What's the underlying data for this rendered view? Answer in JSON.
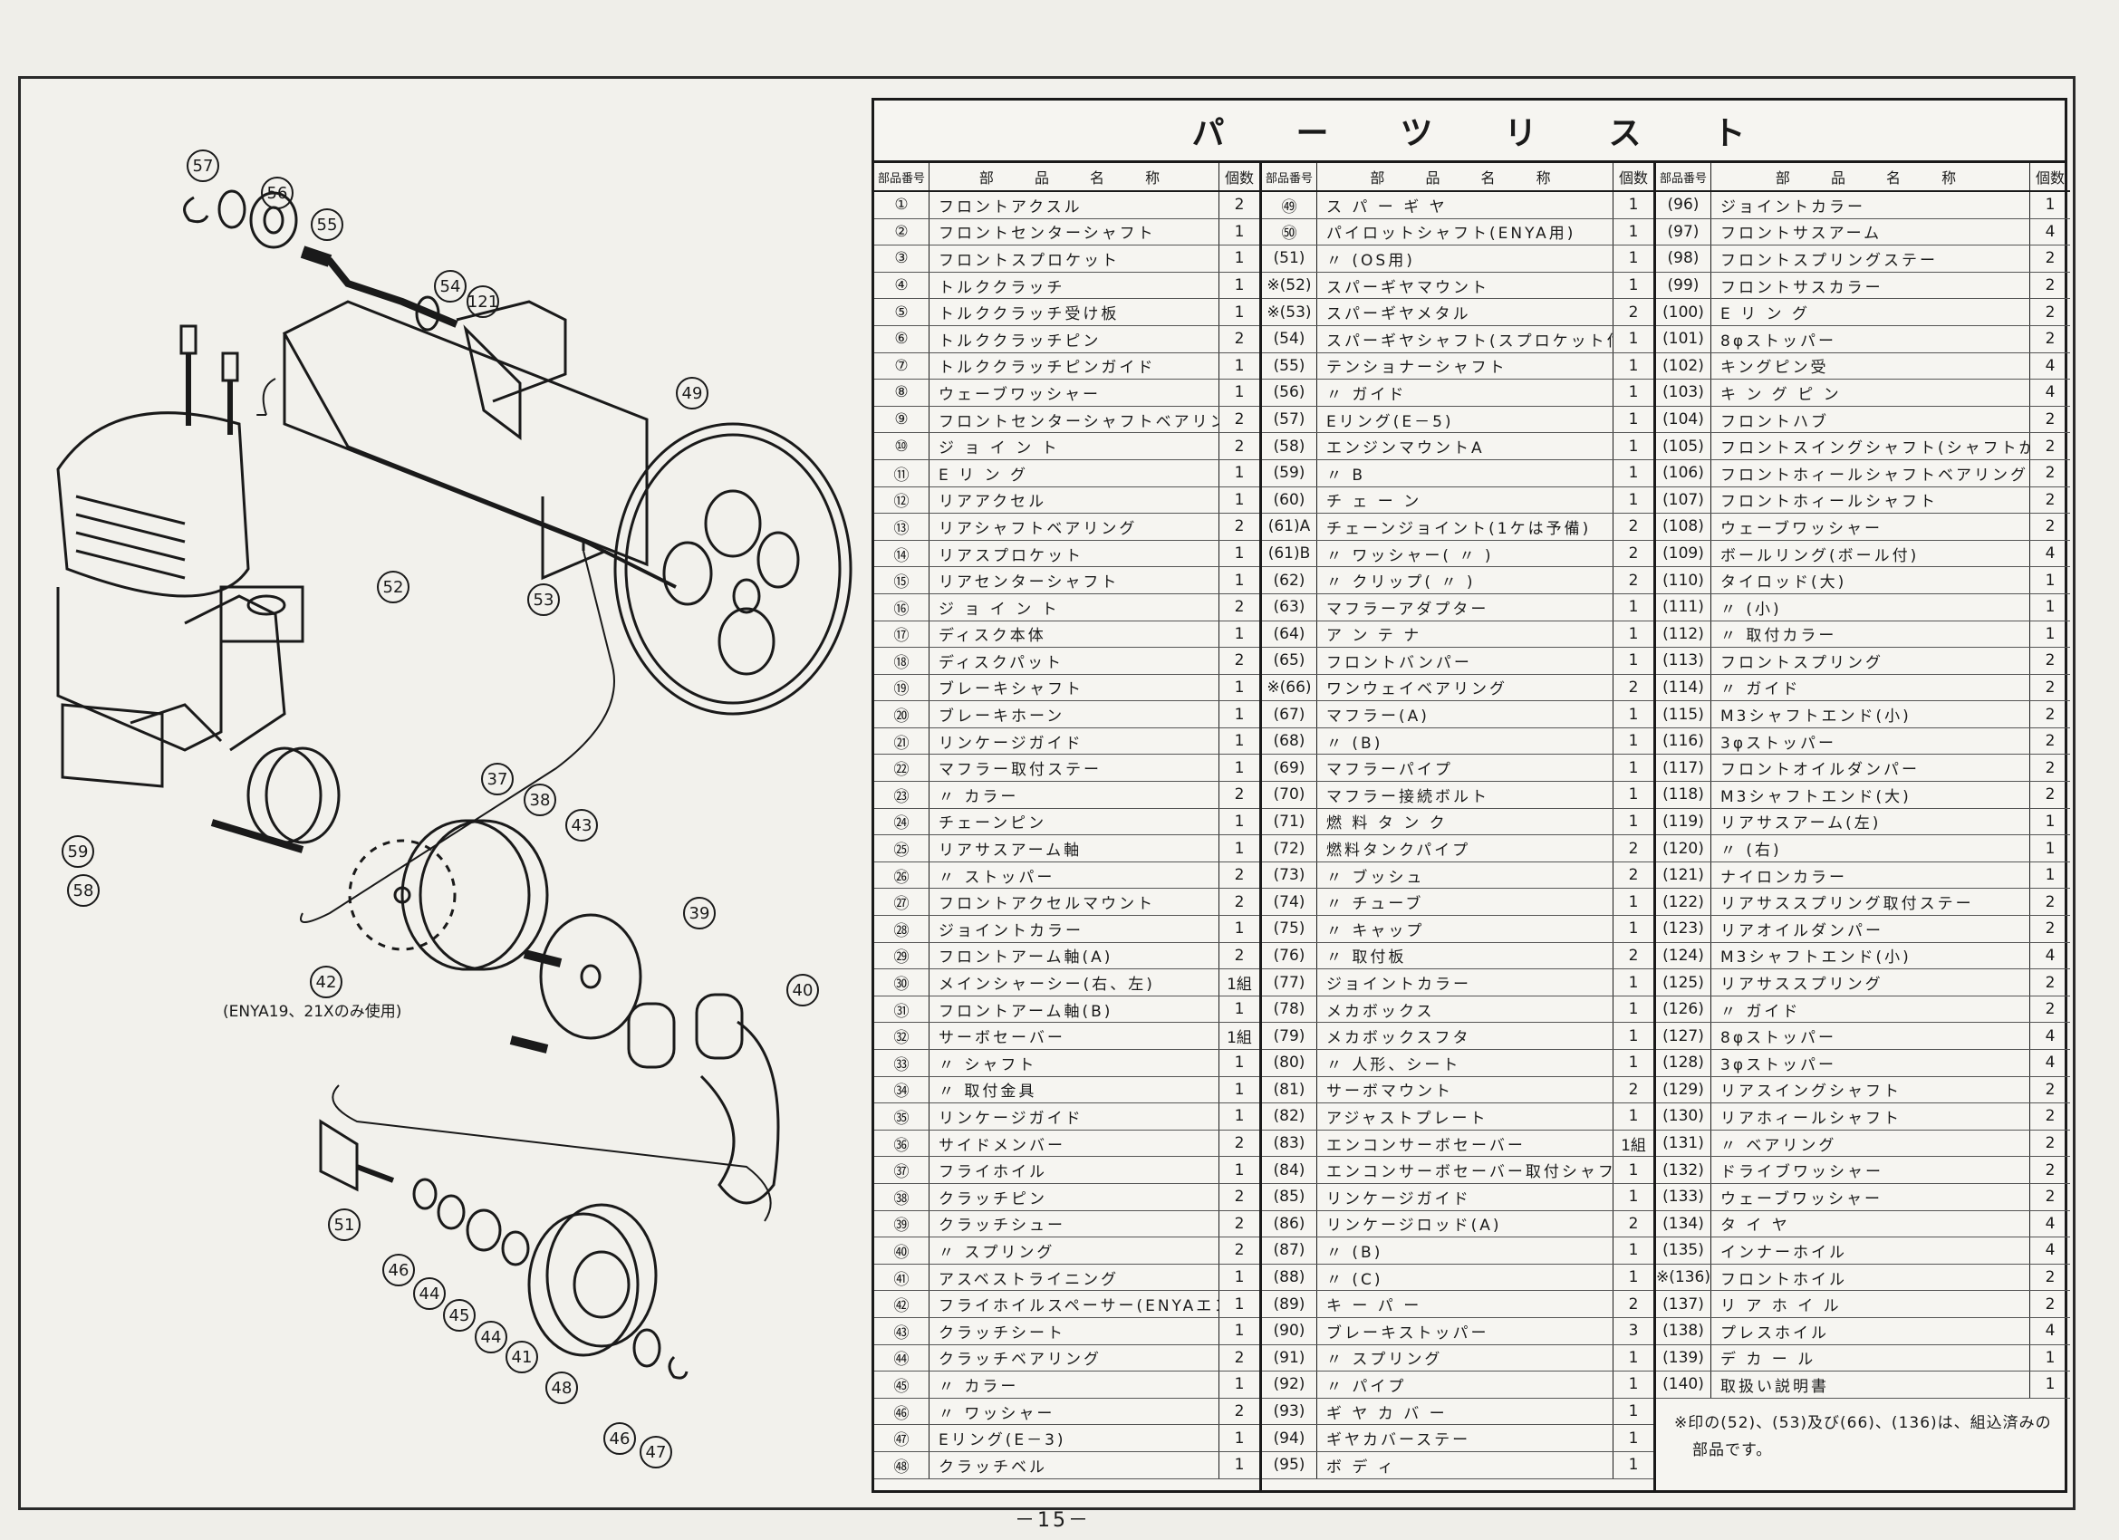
{
  "title_chars": [
    "パ",
    "ー",
    "ツ",
    "リ",
    "ス",
    "ト"
  ],
  "headers": {
    "number": "部品番号",
    "name": "部 品 名 称",
    "qty": "個数"
  },
  "columns": [
    [
      {
        "no": "①",
        "name": "フロントアクスル",
        "qty": "2"
      },
      {
        "no": "②",
        "name": "フロントセンターシャフト",
        "qty": "1"
      },
      {
        "no": "③",
        "name": "フロントスプロケット",
        "qty": "1"
      },
      {
        "no": "④",
        "name": "トルククラッチ",
        "qty": "1"
      },
      {
        "no": "⑤",
        "name": "トルククラッチ受け板",
        "qty": "1"
      },
      {
        "no": "⑥",
        "name": "トルククラッチピン",
        "qty": "2"
      },
      {
        "no": "⑦",
        "name": "トルククラッチピンガイド",
        "qty": "1"
      },
      {
        "no": "⑧",
        "name": "ウェーブワッシャー",
        "qty": "1"
      },
      {
        "no": "⑨",
        "name": "フロントセンターシャフトベアリング",
        "qty": "2"
      },
      {
        "no": "⑩",
        "name": "ジ ョ イ ン ト",
        "qty": "2"
      },
      {
        "no": "⑪",
        "name": "E リ ン グ",
        "qty": "1"
      },
      {
        "no": "⑫",
        "name": "リアアクセル",
        "qty": "1"
      },
      {
        "no": "⑬",
        "name": "リアシャフトベアリング",
        "qty": "2"
      },
      {
        "no": "⑭",
        "name": "リアスプロケット",
        "qty": "1"
      },
      {
        "no": "⑮",
        "name": "リアセンターシャフト",
        "qty": "1"
      },
      {
        "no": "⑯",
        "name": "ジ ョ イ ン ト",
        "qty": "2"
      },
      {
        "no": "⑰",
        "name": "ディスク本体",
        "qty": "1"
      },
      {
        "no": "⑱",
        "name": "ディスクパット",
        "qty": "2"
      },
      {
        "no": "⑲",
        "name": "ブレーキシャフト",
        "qty": "1"
      },
      {
        "no": "⑳",
        "name": "ブレーキホーン",
        "qty": "1"
      },
      {
        "no": "㉑",
        "name": "リンケージガイド",
        "qty": "1"
      },
      {
        "no": "㉒",
        "name": "マフラー取付ステー",
        "qty": "1"
      },
      {
        "no": "㉓",
        "name": "  〃    カラー",
        "qty": "2"
      },
      {
        "no": "㉔",
        "name": "チェーンピン",
        "qty": "1"
      },
      {
        "no": "㉕",
        "name": "リアサスアーム軸",
        "qty": "1"
      },
      {
        "no": "㉖",
        "name": "  〃    ストッパー",
        "qty": "2"
      },
      {
        "no": "㉗",
        "name": "フロントアクセルマウント",
        "qty": "2"
      },
      {
        "no": "㉘",
        "name": "ジョイントカラー",
        "qty": "1"
      },
      {
        "no": "㉙",
        "name": "フロントアーム軸(A)",
        "qty": "2"
      },
      {
        "no": "㉚",
        "name": "メインシャーシー(右、左)",
        "qty": "1組"
      },
      {
        "no": "㉛",
        "name": "フロントアーム軸(B)",
        "qty": "1"
      },
      {
        "no": "㉜",
        "name": "サーボセーバー",
        "qty": "1組"
      },
      {
        "no": "㉝",
        "name": "  〃    シャフト",
        "qty": "1"
      },
      {
        "no": "㉞",
        "name": "  〃    取付金具",
        "qty": "1"
      },
      {
        "no": "㉟",
        "name": "リンケージガイド",
        "qty": "1"
      },
      {
        "no": "㊱",
        "name": "サイドメンバー",
        "qty": "2"
      },
      {
        "no": "㊲",
        "name": "フライホイル",
        "qty": "1"
      },
      {
        "no": "㊳",
        "name": "クラッチピン",
        "qty": "2"
      },
      {
        "no": "㊴",
        "name": "クラッチシュー",
        "qty": "2"
      },
      {
        "no": "㊵",
        "name": "  〃  スプリング",
        "qty": "2"
      },
      {
        "no": "㊶",
        "name": "アスベストライニング",
        "qty": "1"
      },
      {
        "no": "㊷",
        "name": "フライホイルスペーサー(ENYAエンジン使用の時のみ使用)",
        "qty": "1"
      },
      {
        "no": "㊸",
        "name": "クラッチシート",
        "qty": "1"
      },
      {
        "no": "㊹",
        "name": "クラッチベアリング",
        "qty": "2"
      },
      {
        "no": "㊺",
        "name": "  〃    カラー",
        "qty": "1"
      },
      {
        "no": "㊻",
        "name": "  〃    ワッシャー",
        "qty": "2"
      },
      {
        "no": "㊼",
        "name": "Eリング(E－3)",
        "qty": "1"
      },
      {
        "no": "㊽",
        "name": "クラッチベル",
        "qty": "1"
      }
    ],
    [
      {
        "no": "㊾",
        "name": "ス パ ー ギ ヤ",
        "qty": "1"
      },
      {
        "no": "㊿",
        "name": "パイロットシャフト(ENYA用)",
        "qty": "1"
      },
      {
        "no": "(51)",
        "name": "  〃    (OS用)",
        "qty": "1"
      },
      {
        "no": "※(52)",
        "name": "スパーギヤマウント",
        "qty": "1"
      },
      {
        "no": "※(53)",
        "name": "スパーギヤメタル",
        "qty": "2"
      },
      {
        "no": "(54)",
        "name": "スパーギヤシャフト(スプロケット付)",
        "qty": "1"
      },
      {
        "no": "(55)",
        "name": "テンショナーシャフト",
        "qty": "1"
      },
      {
        "no": "(56)",
        "name": "  〃    ガイド",
        "qty": "1"
      },
      {
        "no": "(57)",
        "name": "Eリング(E－5)",
        "qty": "1"
      },
      {
        "no": "(58)",
        "name": "エンジンマウントA",
        "qty": "1"
      },
      {
        "no": "(59)",
        "name": "  〃    B",
        "qty": "1"
      },
      {
        "no": "(60)",
        "name": "チ ェ ー ン",
        "qty": "1"
      },
      {
        "no": "(61)A",
        "name": "チェーンジョイント(1ケは予備)",
        "qty": "2"
      },
      {
        "no": "(61)B",
        "name": "〃 ワッシャー( 〃 )",
        "qty": "2"
      },
      {
        "no": "(62)",
        "name": "〃  クリップ( 〃 )",
        "qty": "2"
      },
      {
        "no": "(63)",
        "name": "マフラーアダプター",
        "qty": "1"
      },
      {
        "no": "(64)",
        "name": "ア ン テ ナ",
        "qty": "1"
      },
      {
        "no": "(65)",
        "name": "フロントバンパー",
        "qty": "1"
      },
      {
        "no": "※(66)",
        "name": "ワンウェイベアリング",
        "qty": "2"
      },
      {
        "no": "(67)",
        "name": "マフラー(A)",
        "qty": "1"
      },
      {
        "no": "(68)",
        "name": "  〃   (B)",
        "qty": "1"
      },
      {
        "no": "(69)",
        "name": "マフラーパイプ",
        "qty": "1"
      },
      {
        "no": "(70)",
        "name": "マフラー接続ボルト",
        "qty": "1"
      },
      {
        "no": "(71)",
        "name": "燃 料 タ ン ク",
        "qty": "1"
      },
      {
        "no": "(72)",
        "name": "燃料タンクパイプ",
        "qty": "2"
      },
      {
        "no": "(73)",
        "name": "  〃   ブッシュ",
        "qty": "2"
      },
      {
        "no": "(74)",
        "name": "  〃   チューブ",
        "qty": "1"
      },
      {
        "no": "(75)",
        "name": "  〃   キャップ",
        "qty": "1"
      },
      {
        "no": "(76)",
        "name": "  〃   取付板",
        "qty": "2"
      },
      {
        "no": "(77)",
        "name": "ジョイントカラー",
        "qty": "1"
      },
      {
        "no": "(78)",
        "name": "メカボックス",
        "qty": "1"
      },
      {
        "no": "(79)",
        "name": "メカボックスフタ",
        "qty": "1"
      },
      {
        "no": "(80)",
        "name": "  〃   人形、シート",
        "qty": "1"
      },
      {
        "no": "(81)",
        "name": "サーボマウント",
        "qty": "2"
      },
      {
        "no": "(82)",
        "name": "アジャストプレート",
        "qty": "1"
      },
      {
        "no": "(83)",
        "name": "エンコンサーボセーバー",
        "qty": "1組"
      },
      {
        "no": "(84)",
        "name": "エンコンサーボセーバー取付シャフト",
        "qty": "1"
      },
      {
        "no": "(85)",
        "name": "リンケージガイド",
        "qty": "1"
      },
      {
        "no": "(86)",
        "name": "リンケージロッド(A)",
        "qty": "2"
      },
      {
        "no": "(87)",
        "name": "  〃   (B)",
        "qty": "1"
      },
      {
        "no": "(88)",
        "name": "  〃   (C)",
        "qty": "1"
      },
      {
        "no": "(89)",
        "name": "キ ー パ ー",
        "qty": "2"
      },
      {
        "no": "(90)",
        "name": "ブレーキストッパー",
        "qty": "3"
      },
      {
        "no": "(91)",
        "name": "  〃  スプリング",
        "qty": "1"
      },
      {
        "no": "(92)",
        "name": "  〃  パイプ",
        "qty": "1"
      },
      {
        "no": "(93)",
        "name": "ギ ヤ カ バ ー",
        "qty": "1"
      },
      {
        "no": "(94)",
        "name": "ギヤカバーステー",
        "qty": "1"
      },
      {
        "no": "(95)",
        "name": "ボ デ ィ",
        "qty": "1"
      }
    ],
    [
      {
        "no": "(96)",
        "name": "ジョイントカラー",
        "qty": "1"
      },
      {
        "no": "(97)",
        "name": "フロントサスアーム",
        "qty": "4"
      },
      {
        "no": "(98)",
        "name": "フロントスプリングステー",
        "qty": "2"
      },
      {
        "no": "(99)",
        "name": "フロントサスカラー",
        "qty": "2"
      },
      {
        "no": "(100)",
        "name": "E リ ン グ",
        "qty": "2"
      },
      {
        "no": "(101)",
        "name": "8φストッパー",
        "qty": "2"
      },
      {
        "no": "(102)",
        "name": "キングピン受",
        "qty": "4"
      },
      {
        "no": "(103)",
        "name": "キ ン グ ピ ン",
        "qty": "4"
      },
      {
        "no": "(104)",
        "name": "フロントハブ",
        "qty": "2"
      },
      {
        "no": "(105)",
        "name": "フロントスイングシャフト(シャフトが細い)",
        "qty": "2"
      },
      {
        "no": "(106)",
        "name": "フロントホィールシャフトベアリング",
        "qty": "2"
      },
      {
        "no": "(107)",
        "name": "フロントホィールシャフト",
        "qty": "2"
      },
      {
        "no": "(108)",
        "name": "ウェーブワッシャー",
        "qty": "2"
      },
      {
        "no": "(109)",
        "name": "ボールリング(ボール付)",
        "qty": "4"
      },
      {
        "no": "(110)",
        "name": "タイロッド(大)",
        "qty": "1"
      },
      {
        "no": "(111)",
        "name": "  〃  (小)",
        "qty": "1"
      },
      {
        "no": "(112)",
        "name": "  〃  取付カラー",
        "qty": "1"
      },
      {
        "no": "(113)",
        "name": "フロントスプリング",
        "qty": "2"
      },
      {
        "no": "(114)",
        "name": "  〃    ガイド",
        "qty": "2"
      },
      {
        "no": "(115)",
        "name": "M3シャフトエンド(小)",
        "qty": "2"
      },
      {
        "no": "(116)",
        "name": "3φストッパー",
        "qty": "2"
      },
      {
        "no": "(117)",
        "name": "フロントオイルダンパー",
        "qty": "2"
      },
      {
        "no": "(118)",
        "name": "M3シャフトエンド(大)",
        "qty": "2"
      },
      {
        "no": "(119)",
        "name": "リアサスアーム(左)",
        "qty": "1"
      },
      {
        "no": "(120)",
        "name": "  〃    (右)",
        "qty": "1"
      },
      {
        "no": "(121)",
        "name": "ナイロンカラー",
        "qty": "1"
      },
      {
        "no": "(122)",
        "name": "リアサススプリング取付ステー",
        "qty": "2"
      },
      {
        "no": "(123)",
        "name": "リアオイルダンパー",
        "qty": "2"
      },
      {
        "no": "(124)",
        "name": "M3シャフトエンド(小)",
        "qty": "4"
      },
      {
        "no": "(125)",
        "name": "リアサススプリング",
        "qty": "2"
      },
      {
        "no": "(126)",
        "name": "  〃    ガイド",
        "qty": "2"
      },
      {
        "no": "(127)",
        "name": "8φストッパー",
        "qty": "4"
      },
      {
        "no": "(128)",
        "name": "3φストッパー",
        "qty": "4"
      },
      {
        "no": "(129)",
        "name": "リアスイングシャフト",
        "qty": "2"
      },
      {
        "no": "(130)",
        "name": "リアホィールシャフト",
        "qty": "2"
      },
      {
        "no": "(131)",
        "name": "  〃    ベアリング",
        "qty": "2"
      },
      {
        "no": "(132)",
        "name": "ドライブワッシャー",
        "qty": "2"
      },
      {
        "no": "(133)",
        "name": "ウェーブワッシャー",
        "qty": "2"
      },
      {
        "no": "(134)",
        "name": "タ イ ヤ",
        "qty": "4"
      },
      {
        "no": "(135)",
        "name": "インナーホイル",
        "qty": "4"
      },
      {
        "no": "※(136)",
        "name": "フロントホイル",
        "qty": "2"
      },
      {
        "no": "(137)",
        "name": "リ ア ホ イ ル",
        "qty": "2"
      },
      {
        "no": "(138)",
        "name": "プレスホイル",
        "qty": "4"
      },
      {
        "no": "(139)",
        "name": "デ カ ー ル",
        "qty": "1"
      },
      {
        "no": "(140)",
        "name": "取扱い説明書",
        "qty": "1"
      }
    ]
  ],
  "note_line1": "※印の(52)、(53)及び(66)、(136)は、組込済みの",
  "note_line2": "部品です。",
  "page_number": "－15－",
  "diagram": {
    "caption": "(ENYA19、21Xのみ使用)",
    "labels": [
      "57",
      "56",
      "55",
      "54",
      "121",
      "49",
      "52",
      "53",
      "59",
      "58",
      "37",
      "38",
      "43",
      "39",
      "40",
      "42",
      "51",
      "46",
      "44",
      "45",
      "44",
      "41",
      "48",
      "46",
      "47"
    ]
  }
}
